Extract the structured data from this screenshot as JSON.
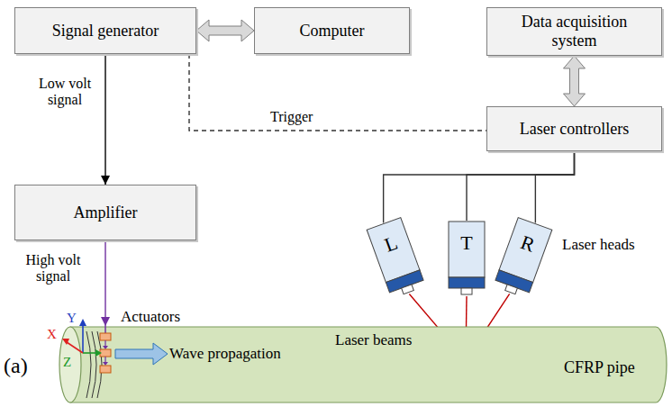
{
  "diagram": {
    "nodes": [
      {
        "text": [
          "Signal generator"
        ]
      },
      {
        "text": [
          "Computer"
        ]
      },
      {
        "text": [
          "Data acquisition system"
        ]
      },
      {
        "text": [
          "Laser controllers"
        ]
      },
      {
        "text": [
          "Amplifier"
        ]
      },
      {
        "text": [
          "L"
        ]
      },
      {
        "text": [
          "T"
        ]
      },
      {
        "text": [
          "R"
        ]
      },
      {
        "text": [
          "CFRP pipe"
        ]
      }
    ],
    "edges": [
      {
        "from": 0,
        "to": 1,
        "arrow": "both"
      },
      {
        "from": 2,
        "to": 3,
        "arrow": "both"
      },
      {
        "from": 0,
        "to": 4,
        "label": "Low volt signal",
        "arrow": "to"
      },
      {
        "from": 0,
        "to": 3,
        "label": "Trigger",
        "arrow": "none"
      },
      {
        "from": 4,
        "to": 8,
        "label": "High volt signal",
        "arrow": "to"
      },
      {
        "from": 3,
        "to": 5,
        "arrow": "none"
      },
      {
        "from": 3,
        "to": 6,
        "arrow": "none"
      },
      {
        "from": 3,
        "to": 7,
        "arrow": "none"
      },
      {
        "from": 5,
        "to": 8,
        "arrow": "none"
      },
      {
        "from": 6,
        "to": 8,
        "arrow": "none"
      },
      {
        "from": 7,
        "to": 8,
        "arrow": "none"
      }
    ],
    "labels": [
      "Laser heads",
      "Actuators",
      "Laser beams",
      "Wave propagation",
      "(a)",
      "X",
      "Y",
      "Z"
    ]
  }
}
